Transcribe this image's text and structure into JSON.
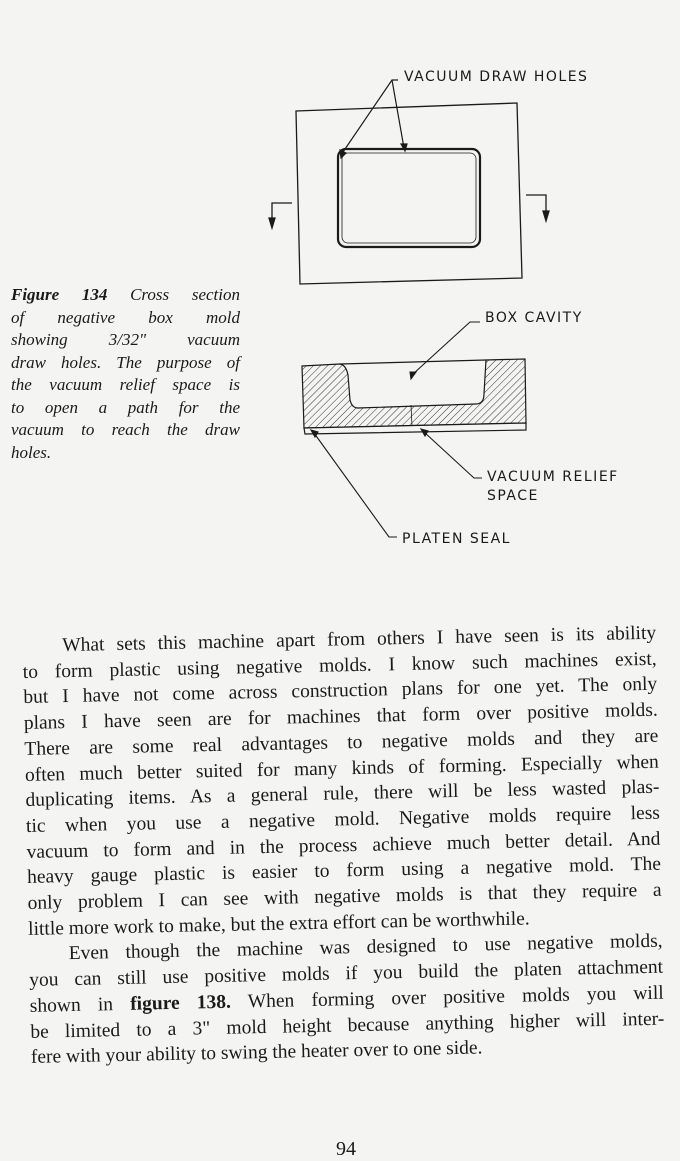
{
  "figure": {
    "labels": {
      "vacuum_draw_holes": "VACUUM DRAW HOLES",
      "box_cavity": "BOX CAVITY",
      "vacuum_relief_line1": "VACUUM RELIEF",
      "vacuum_relief_line2": "SPACE",
      "platen_seal": "PLATEN SEAL"
    },
    "caption": {
      "label": "Figure 134",
      "lines": [
        " Cross section",
        "of negative box mold",
        "showing 3/32\" vacuum",
        "draw holes. The purpose of",
        "the vacuum relief space is",
        "to open a path for the",
        "vacuum to reach the draw",
        "holes."
      ]
    }
  },
  "body": {
    "lines": [
      "What sets this machine apart from others I have seen is its ability",
      "to form plastic using negative molds. I know such machines exist,",
      "but I have not come across construction plans for one yet. The only",
      "plans I have seen are for machines that form over positive molds.",
      "There are some real advantages to negative molds and they are",
      "often much better suited for many kinds of forming. Especially when",
      "duplicating items. As a general rule, there will be less wasted plas-",
      "tic when you use a negative mold. Negative molds require less",
      "vacuum to form and in the process achieve much better detail. And",
      "heavy gauge plastic is easier to form using a negative mold. The",
      "only problem I can see with negative molds is that they require a",
      "little more work to make, but the extra effort can be worthwhile.",
      "Even though the machine was designed to use negative molds,",
      "you can still use positive molds if you build the platen attachment",
      "shown in ",
      "be limited to a 3\" mold height because anything higher will inter-",
      "fere with your ability to swing the heater over to one side."
    ],
    "figure_ref": "figure 138.",
    "line15_rest": " When forming over positive molds you will"
  },
  "page_number": "94"
}
